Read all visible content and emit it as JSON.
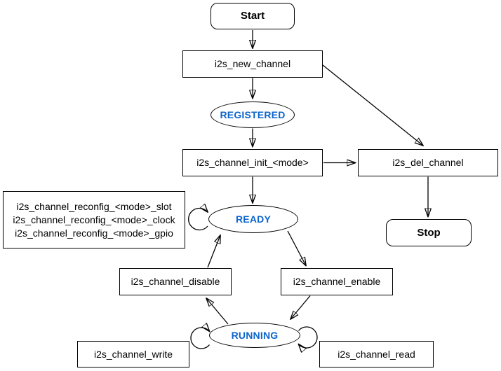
{
  "diagram": {
    "type": "state-flowchart",
    "colors": {
      "background": "#ffffff",
      "stroke": "#000000",
      "state_text": "#0D65CC",
      "node_fill": "#ffffff"
    },
    "nodes": {
      "start": {
        "label": "Start",
        "shape": "rounded-rect"
      },
      "new_channel": {
        "label": "i2s_new_channel",
        "shape": "rect"
      },
      "registered": {
        "label": "REGISTERED",
        "shape": "ellipse"
      },
      "init": {
        "label": "i2s_channel_init_<mode>",
        "shape": "rect"
      },
      "del": {
        "label": "i2s_del_channel",
        "shape": "rect"
      },
      "stop": {
        "label": "Stop",
        "shape": "rounded-rect"
      },
      "reconfig": {
        "lines": [
          "i2s_channel_reconfig_<mode>_slot",
          "i2s_channel_reconfig_<mode>_clock",
          "i2s_channel_reconfig_<mode>_gpio"
        ],
        "shape": "rect"
      },
      "ready": {
        "label": "READY",
        "shape": "ellipse"
      },
      "disable": {
        "label": "i2s_channel_disable",
        "shape": "rect"
      },
      "enable": {
        "label": "i2s_channel_enable",
        "shape": "rect"
      },
      "running": {
        "label": "RUNNING",
        "shape": "ellipse"
      },
      "write": {
        "label": "i2s_channel_write",
        "shape": "rect"
      },
      "read": {
        "label": "i2s_channel_read",
        "shape": "rect"
      }
    },
    "edges": [
      "start -> i2s_new_channel",
      "i2s_new_channel -> REGISTERED",
      "i2s_new_channel -> i2s_del_channel",
      "REGISTERED -> i2s_channel_init_<mode>",
      "i2s_channel_init_<mode> -> i2s_del_channel",
      "i2s_channel_init_<mode> -> READY",
      "i2s_del_channel -> Stop",
      "READY -> READY (reconfig self-loop)",
      "READY -> i2s_channel_enable",
      "i2s_channel_disable -> READY",
      "i2s_channel_enable -> RUNNING",
      "RUNNING -> i2s_channel_disable",
      "RUNNING -> RUNNING (write self-loop)",
      "RUNNING -> RUNNING (read self-loop)"
    ]
  }
}
